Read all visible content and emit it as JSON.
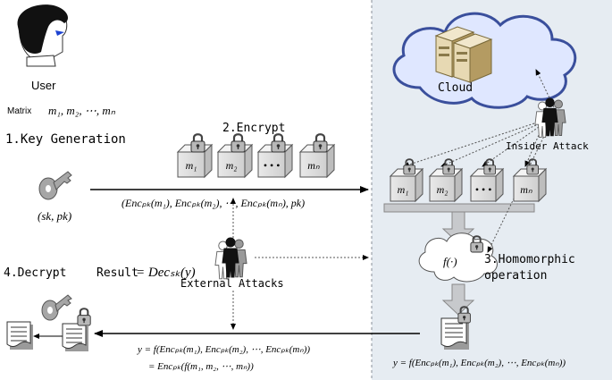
{
  "user": {
    "label": "User",
    "matrix_label": "Matrix",
    "matrix_expr": "m₁, m₂, ⋯, mₙ"
  },
  "steps": {
    "key_generation": "1.Key Generation",
    "encrypt": "2.Encrypt",
    "homomorphic": "3.Homomorphic operation",
    "decrypt": "4.Decrypt"
  },
  "key": {
    "pair": "(sk, pk)"
  },
  "ciphertext_tuple": "(Encₚₖ(m₁), Encₚₖ(m₂), ⋯, Encₚₖ(mₙ), pk)",
  "result": {
    "label": "Result",
    "expr": "= Decₛₖ(y)"
  },
  "attacks": {
    "external": "External Attacks",
    "insider": "Insider Attack"
  },
  "cloud": {
    "label": "Cloud"
  },
  "function_label": "f(·)",
  "output_eq": {
    "line1": "y = f(Encₚₖ(m₁), Encₚₖ(m₂), ⋯, Encₚₖ(mₙ))",
    "line2": "= Encₚₖ(f(m₁, m₂, ⋯, mₙ))"
  },
  "cloud_eq": "y = f(Encₚₖ(m₁), Encₚₖ(m₂), ⋯, Encₚₖ(mₙ))",
  "boxes": {
    "left": [
      "m₁",
      "m₂",
      "• • •",
      "mₙ"
    ],
    "right": [
      "m₁",
      "m₂",
      "• • •",
      "mₙ"
    ]
  },
  "colors": {
    "panel": "#e6ecf2",
    "cloud_fill": "#dfe7ff",
    "cloud_stroke": "#3a4f9c",
    "attacker": "#111111"
  }
}
